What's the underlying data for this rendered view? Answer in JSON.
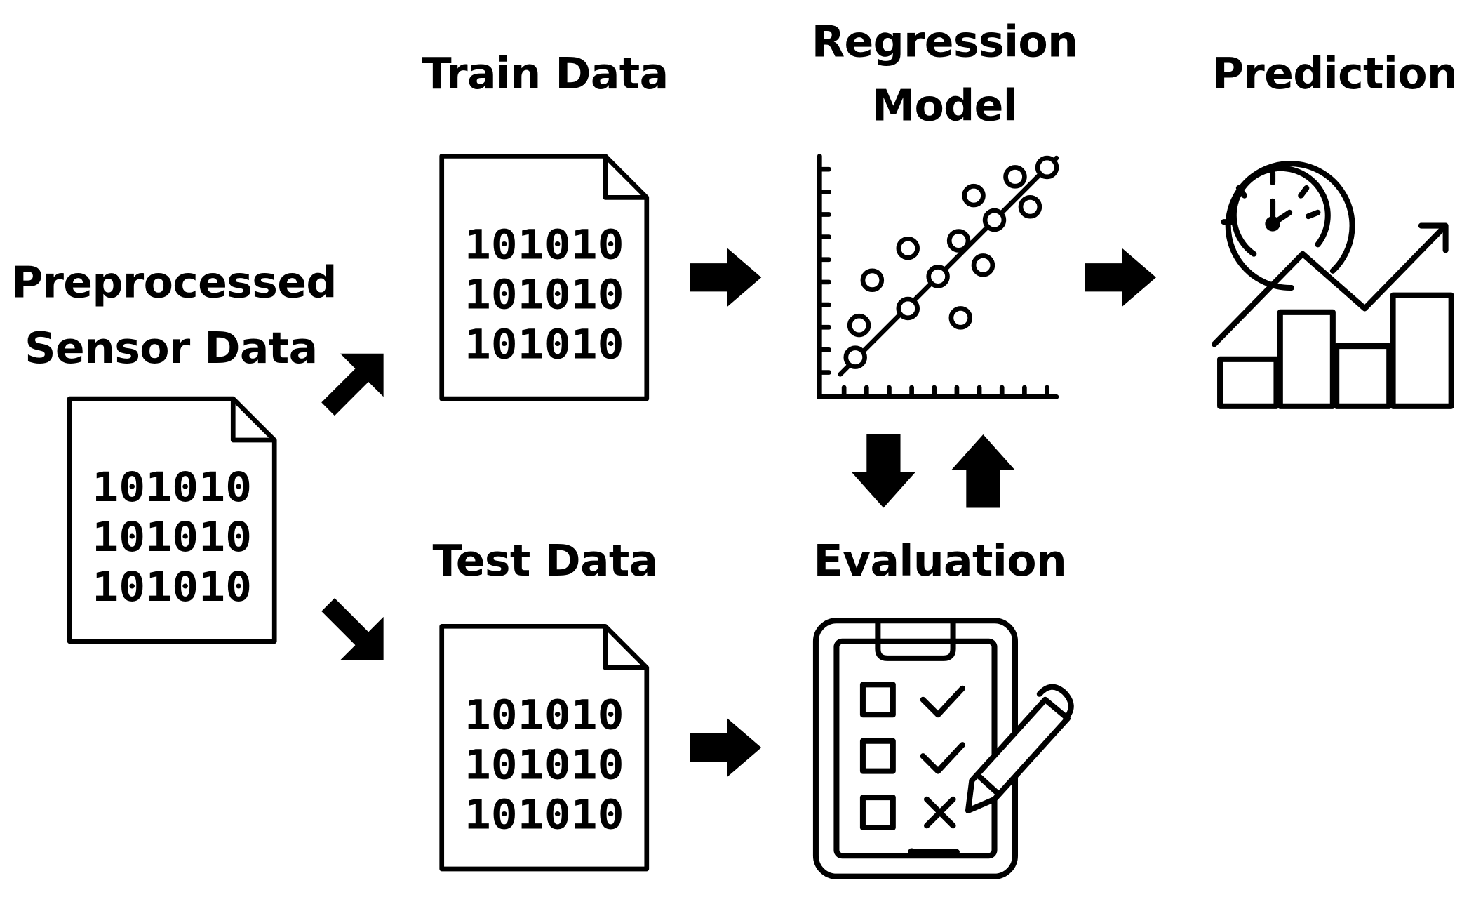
{
  "colors": {
    "ink": "#000000",
    "background": "#ffffff"
  },
  "labels": {
    "source": [
      "Preprocessed",
      "Sensor Data"
    ],
    "train": "Train Data",
    "test": "Test Data",
    "model": [
      "Regression",
      "Model"
    ],
    "evaluation": "Evaluation",
    "prediction": "Prediction"
  },
  "binary_rows": [
    "101010",
    "101010",
    "101010"
  ],
  "icons": {
    "source_doc": "binary-document-icon",
    "train_doc": "binary-document-icon",
    "test_doc": "binary-document-icon",
    "model": "scatter-regression-icon",
    "evaluation": "checklist-clipboard-icon",
    "prediction": "speedometer-trend-chart-icon"
  },
  "arrows": [
    "source-to-train",
    "source-to-test",
    "train-to-model",
    "test-to-evaluation",
    "model-to-evaluation",
    "evaluation-to-model",
    "model-to-prediction"
  ]
}
